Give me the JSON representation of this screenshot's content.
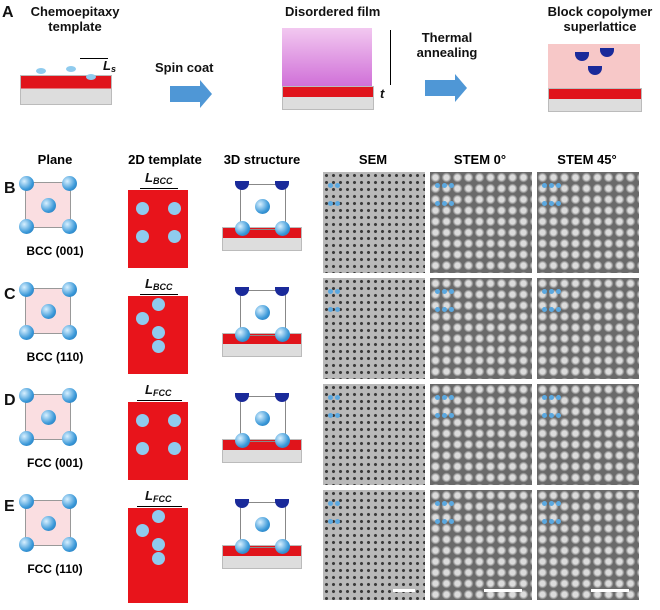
{
  "panel_a": {
    "letter": "A",
    "template_label": "Chemoepitaxy template",
    "ls": "L",
    "ls_sub": "s",
    "spin": "Spin coat",
    "film": "Disordered film",
    "t": "t",
    "anneal": "Thermal annealing",
    "result": "Block copolymer superlattice"
  },
  "headers": [
    "Plane",
    "2D template",
    "3D structure",
    "SEM",
    "STEM 0°",
    "STEM 45°"
  ],
  "rows": [
    {
      "letter": "B",
      "plane": "BCC (001)",
      "L": "L",
      "sub": "BCC"
    },
    {
      "letter": "C",
      "plane": "BCC (110)",
      "L": "L",
      "sub": "BCC"
    },
    {
      "letter": "D",
      "plane": "FCC (001)",
      "L": "L",
      "sub": "FCC"
    },
    {
      "letter": "E",
      "plane": "FCC (110)",
      "L": "L",
      "sub": "FCC"
    }
  ]
}
